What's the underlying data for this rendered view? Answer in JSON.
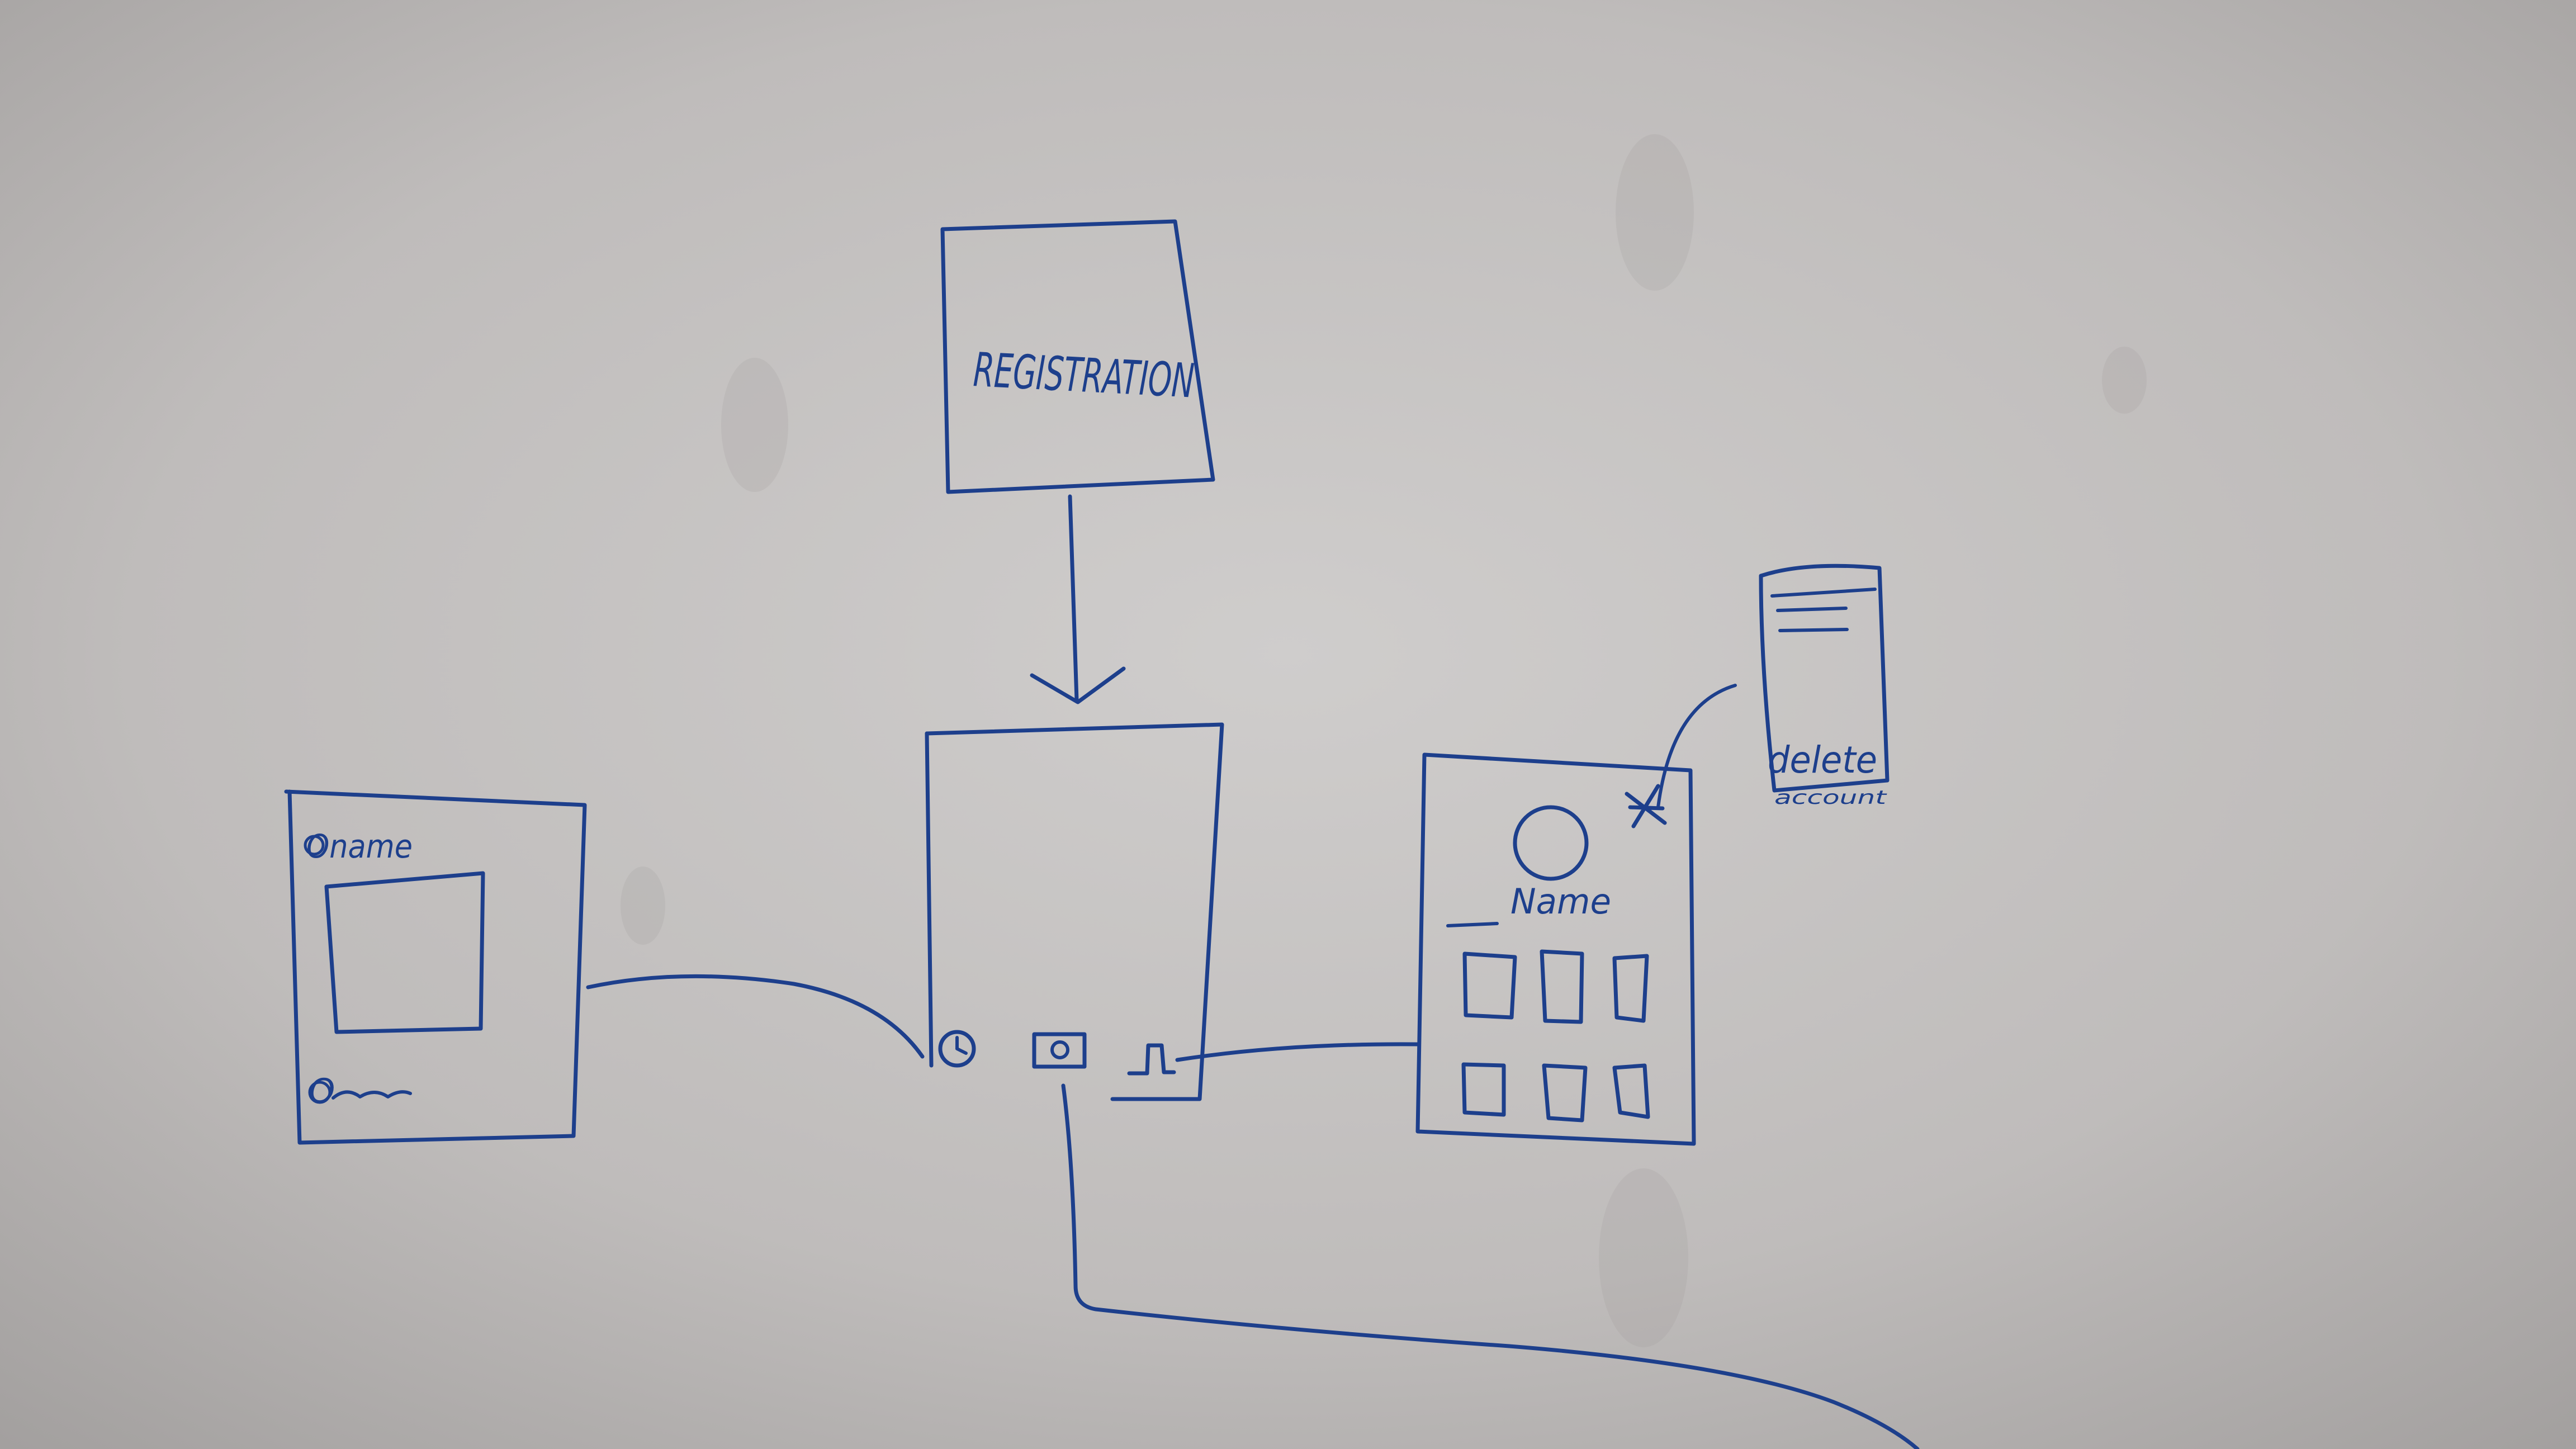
{
  "diagram": {
    "registration_label": "REGISTRATION",
    "left_screen": {
      "top_label": "Oname",
      "bottom_label": "O"
    },
    "profile_screen": {
      "name_label": "Name"
    },
    "menu_popup": {
      "action_label": "delete",
      "action_sublabel": "account"
    },
    "colors": {
      "ink": "#1d3f8c",
      "board": "#c8c6c5"
    }
  }
}
